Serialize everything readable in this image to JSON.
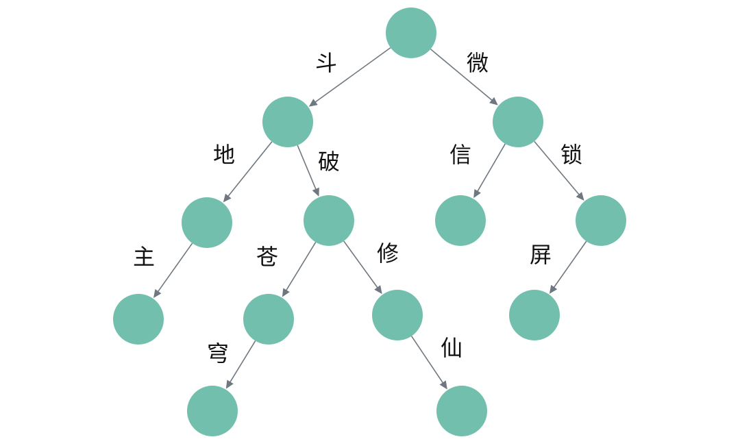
{
  "colors": {
    "node_fill": "#72bfad",
    "edge_stroke": "#6f7880",
    "label_text": "#111111",
    "background": "#ffffff"
  },
  "nodes": [
    {
      "id": "root"
    },
    {
      "id": "n1"
    },
    {
      "id": "n2"
    },
    {
      "id": "n3"
    },
    {
      "id": "n4"
    },
    {
      "id": "n5"
    },
    {
      "id": "n6"
    },
    {
      "id": "n7"
    },
    {
      "id": "n8"
    },
    {
      "id": "n9"
    },
    {
      "id": "n10"
    },
    {
      "id": "n11"
    },
    {
      "id": "n12"
    },
    {
      "id": "n13"
    }
  ],
  "edges": [
    {
      "from": "root",
      "to": "n1",
      "label": "斗"
    },
    {
      "from": "root",
      "to": "n2",
      "label": "微"
    },
    {
      "from": "n1",
      "to": "n3",
      "label": "地"
    },
    {
      "from": "n1",
      "to": "n4",
      "label": "破"
    },
    {
      "from": "n2",
      "to": "n5",
      "label": "信"
    },
    {
      "from": "n2",
      "to": "n6",
      "label": "锁"
    },
    {
      "from": "n3",
      "to": "n7",
      "label": "主"
    },
    {
      "from": "n4",
      "to": "n8",
      "label": "苍"
    },
    {
      "from": "n4",
      "to": "n9",
      "label": "修"
    },
    {
      "from": "n6",
      "to": "n10",
      "label": "屏"
    },
    {
      "from": "n8",
      "to": "n11",
      "label": "穹"
    },
    {
      "from": "n9",
      "to": "n12",
      "label": "仙"
    }
  ]
}
